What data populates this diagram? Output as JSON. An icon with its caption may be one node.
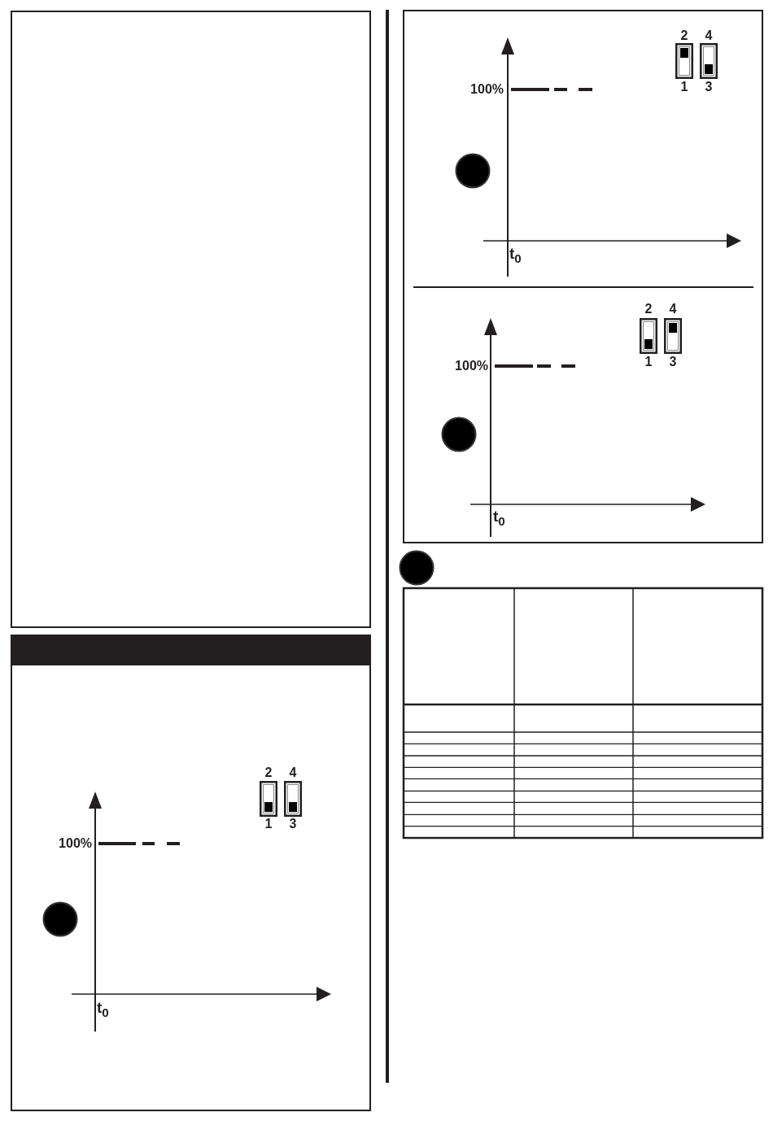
{
  "diagram": {
    "labels": [
      "2",
      "4",
      "1",
      "3",
      "100%",
      "t$_{0}$",
      "2",
      "4",
      "100%",
      "1",
      "3",
      "t$_{0}$",
      "2",
      "4",
      "100%",
      "1",
      "3",
      "t$_{0}$"
    ]
  }
}
